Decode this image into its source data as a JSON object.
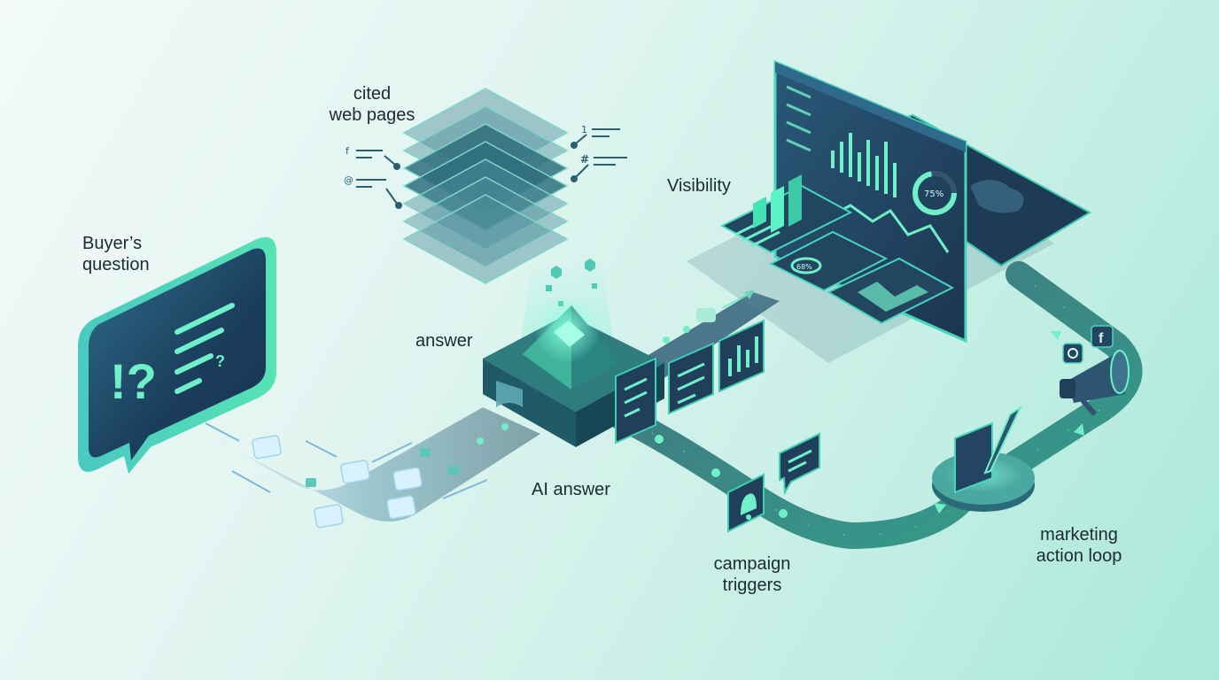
{
  "labels": {
    "buyers_question": [
      "Buyer’s",
      "question"
    ],
    "cited_web_pages": [
      "cited",
      "web pages"
    ],
    "answer": "answer",
    "ai_answer": "AI answer",
    "visibility": "Visibility",
    "campaign_triggers": [
      "campaign",
      "triggers"
    ],
    "marketing_action_loop": [
      "marketing",
      "action loop"
    ]
  },
  "glyphs": {
    "question_marks": "!?",
    "small_question": "?",
    "f": "f",
    "hash": "#",
    "at": "@",
    "one": "1",
    "percent": "75%",
    "gauge": "68%",
    "facebook": "f"
  },
  "colors": {
    "navy": "#1d3f5e",
    "teal": "#2f8f86",
    "mint": "#6ff0c8",
    "path": "#3c6f7a",
    "accent": "#43e3b6"
  },
  "icons": [
    "speech-bubble-icon",
    "stacked-pages-icon",
    "ai-cube-icon",
    "dashboard-icon",
    "bell-icon",
    "chat-icon",
    "megaphone-icon",
    "pen-icon",
    "social-icon"
  ]
}
